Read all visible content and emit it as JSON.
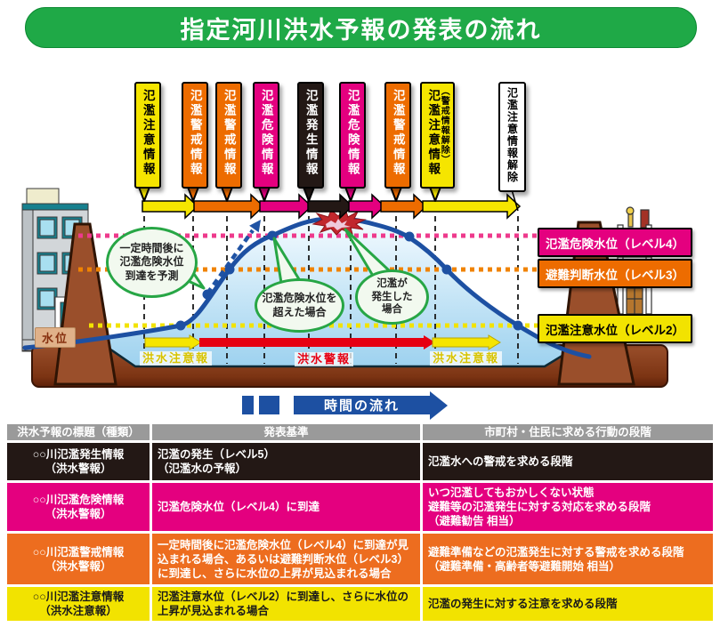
{
  "title": "指定河川洪水予報の発表の流れ",
  "palette": {
    "title_green": "#1fa947",
    "yellow": "#f5e500",
    "orange": "#ed6c00",
    "pink": "#e4007f",
    "black": "#231815",
    "curve_blue": "#1d50a2",
    "water_blue": "#d8eefb",
    "ground_brown": "#9a4f2b",
    "bubble_green": "#27a645"
  },
  "diagram": {
    "banners": [
      {
        "label": "氾濫注意情報",
        "type": "yellow"
      },
      {
        "label": "氾濫警戒情報",
        "type": "orange"
      },
      {
        "label": "氾濫警戒情報",
        "type": "orange"
      },
      {
        "label": "氾濫危険情報",
        "type": "pink"
      },
      {
        "label": "氾濫発生情報",
        "type": "black"
      },
      {
        "label": "氾濫危険情報",
        "type": "pink"
      },
      {
        "label": "氾濫警戒情報",
        "type": "orange"
      },
      {
        "label": "氾濫注意情報",
        "sub_label": "（警戒情報解除）",
        "type": "yellow"
      },
      {
        "label": "氾濫注意情報解除",
        "type": "white"
      }
    ],
    "level_labels": [
      {
        "label": "氾濫危険水位（レベル4）",
        "color": "#e4007f"
      },
      {
        "label": "避難判断水位（レベル3）",
        "color": "#ed6c00"
      },
      {
        "label": "氾濫注意水位（レベル2）",
        "color": "#f2e300"
      }
    ],
    "bubbles": [
      {
        "text": "一定時間後に\n氾濫危険水位\n到達を予測"
      },
      {
        "text": "氾濫危険水位を\n超えた場合"
      },
      {
        "text": "氾濫が\n発生した\n場合"
      }
    ],
    "water_level_label": "水位",
    "flood_phases": [
      "洪水注意報",
      "洪水警報",
      "洪水注意報"
    ],
    "timeline_label": "時間の流れ"
  },
  "table": {
    "headers": [
      "洪水予報の標題（種類）",
      "発表基準",
      "市町村・住民に求める行動の段階"
    ],
    "rows": [
      {
        "title": "○○川氾濫発生情報\n（洪水警報）",
        "criteria": "氾濫の発生（レベル5）\n（氾濫水の予報）",
        "action": "氾濫水への警戒を求める段階"
      },
      {
        "title": "○○川氾濫危険情報\n（洪水警報）",
        "criteria": "氾濫危険水位（レベル4）に到達",
        "action": "いつ氾濫してもおかしくない状態\n避難等の氾濫発生に対する対応を求める段階\n（避難勧告 相当）"
      },
      {
        "title": "○○川氾濫警戒情報\n（洪水警報）",
        "criteria": "一定時間後に氾濫危険水位（レベル4）に到達が見込まれる場合、あるいは避難判断水位（レベル3）に到達し、さらに水位の上昇が見込まれる場合",
        "action": "避難準備などの氾濫発生に対する警戒を求める段階\n（避難準備・高齢者等避難開始 相当）"
      },
      {
        "title": "○○川氾濫注意情報\n（洪水注意報）",
        "criteria": "氾濫注意水位（レベル2）に到達し、さらに水位の上昇が見込まれる場合",
        "action": "氾濫の発生に対する注意を求める段階"
      }
    ]
  }
}
